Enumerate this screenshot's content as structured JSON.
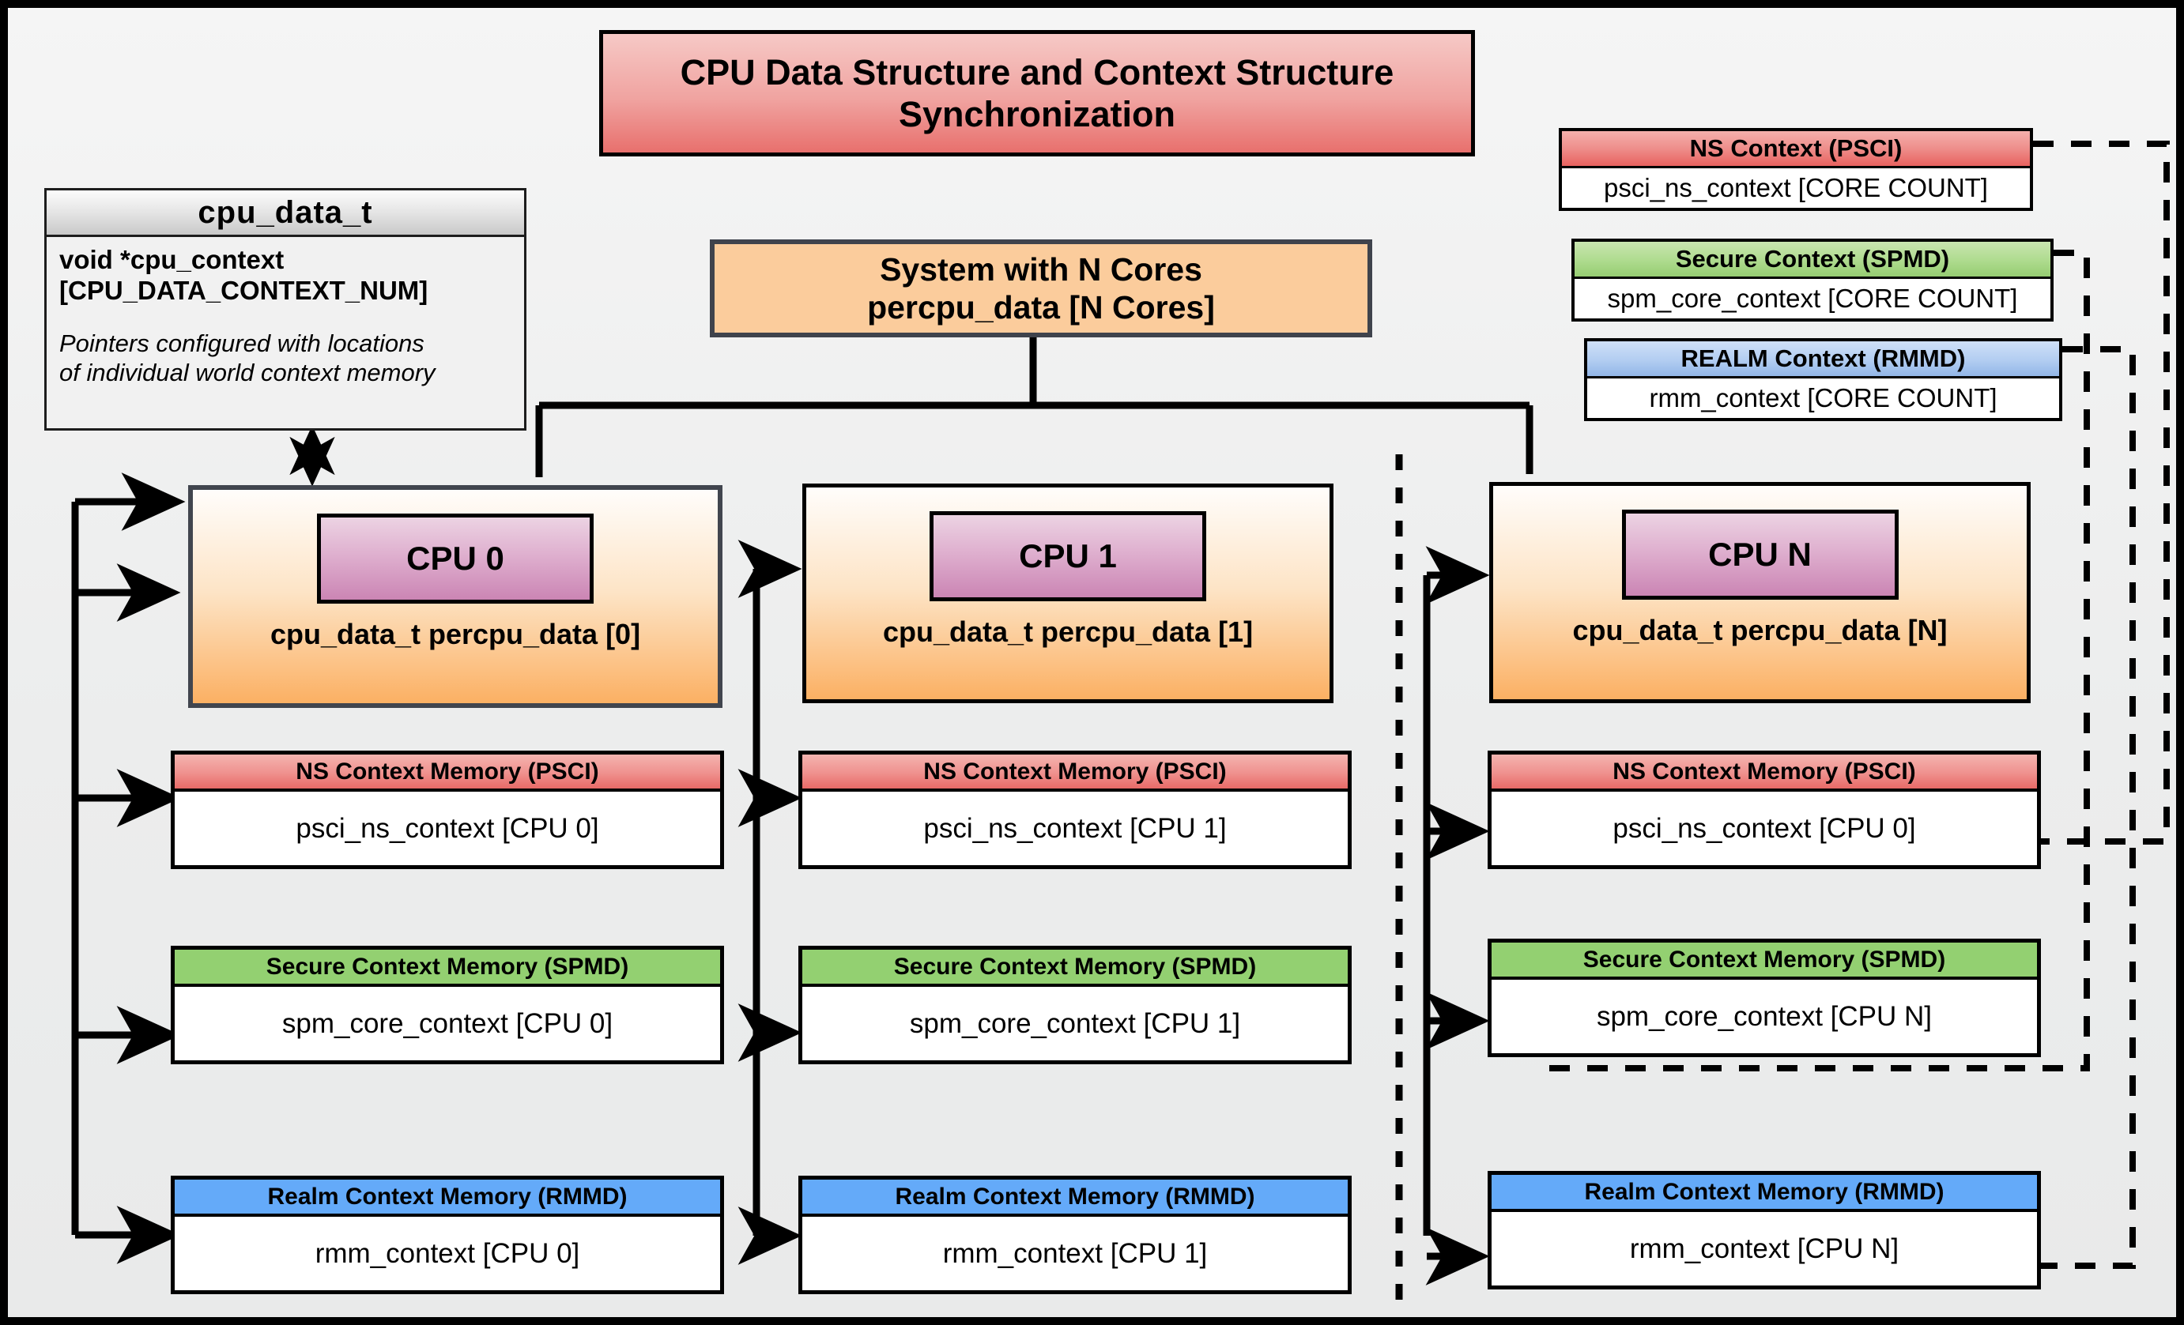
{
  "title": {
    "text": "CPU Data Structure and Context Structure Synchronization"
  },
  "struct": {
    "name": "cpu_data_t",
    "field": "void  *cpu_context\n[CPU_DATA_CONTEXT_NUM]",
    "note": "Pointers configured with locations\nof individual world context memory"
  },
  "system": {
    "text": "System with N Cores\npercpu_data [N Cores]"
  },
  "global_contexts": [
    {
      "header": "NS Context  (PSCI)",
      "value": "psci_ns_context [CORE COUNT]",
      "color": "#e8625f"
    },
    {
      "header": "Secure Context (SPMD)",
      "value": "spm_core_context [CORE COUNT]",
      "color": "#96cd72"
    },
    {
      "header": "REALM Context (RMMD)",
      "value": "rmm_context [CORE COUNT]",
      "color": "#92b6e8"
    }
  ],
  "cpus": [
    {
      "chip": "CPU 0",
      "caption": "cpu_data_t percpu_data [0]",
      "contexts": [
        {
          "header": "NS Context Memory (PSCI)",
          "value": "psci_ns_context [CPU 0]"
        },
        {
          "header": "Secure Context Memory (SPMD)",
          "value": "spm_core_context [CPU 0]"
        },
        {
          "header": "Realm Context Memory (RMMD)",
          "value": "rmm_context [CPU 0]"
        }
      ]
    },
    {
      "chip": "CPU 1",
      "caption": "cpu_data_t percpu_data [1]",
      "contexts": [
        {
          "header": "NS Context Memory (PSCI)",
          "value": "psci_ns_context [CPU 1]"
        },
        {
          "header": "Secure Context Memory (SPMD)",
          "value": "spm_core_context [CPU 1]"
        },
        {
          "header": "Realm Context Memory (RMMD)",
          "value": "rmm_context [CPU 1]"
        }
      ]
    },
    {
      "chip": "CPU N",
      "caption": "cpu_data_t percpu_data [N]",
      "contexts": [
        {
          "header": "NS Context Memory (PSCI)",
          "value": "psci_ns_context [CPU 0]"
        },
        {
          "header": "Secure Context Memory (SPMD)",
          "value": "spm_core_context [CPU N]"
        },
        {
          "header": "Realm Context Memory (RMMD)",
          "value": "rmm_context [CPU N]"
        }
      ]
    }
  ],
  "colors": {
    "ns": "#e8625f",
    "secure": "#93d071",
    "realm": "#64aaf9",
    "cpu_fill": "#fbb063",
    "chip_fill": "#cb85b4",
    "title_fill": "#e8706d",
    "system_fill": "#fbcc9c",
    "canvas_bg": "#eceded",
    "line": "#000000"
  }
}
